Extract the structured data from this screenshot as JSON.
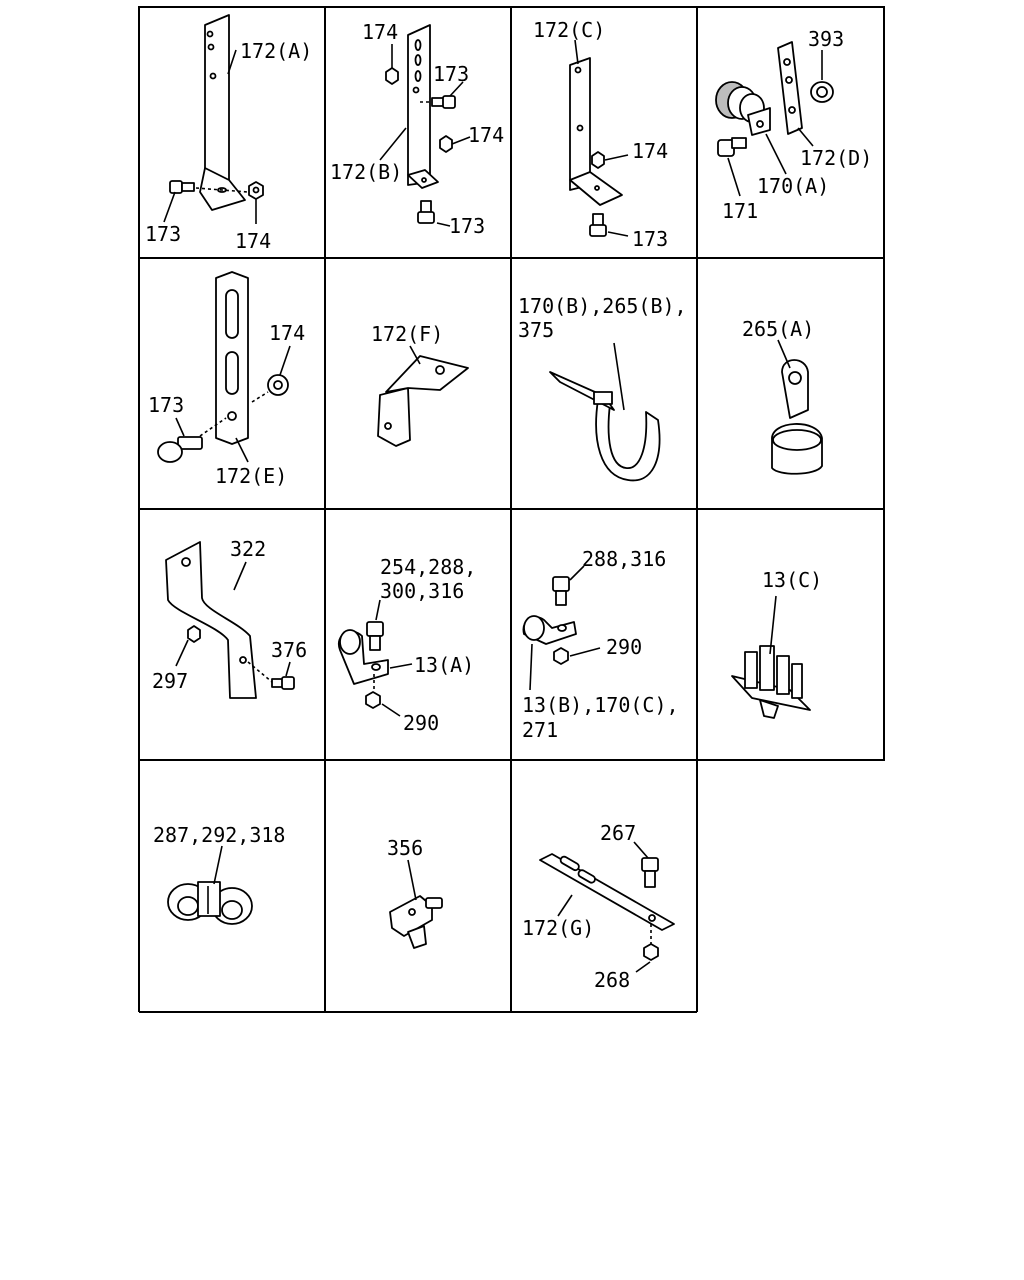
{
  "cells": [
    {
      "id": "cell-1",
      "labels": [
        "172(A)",
        "173",
        "174"
      ]
    },
    {
      "id": "cell-2",
      "labels": [
        "174",
        "173",
        "174",
        "172(B)",
        "173"
      ]
    },
    {
      "id": "cell-3",
      "labels": [
        "172(C)",
        "174",
        "173"
      ]
    },
    {
      "id": "cell-4",
      "labels": [
        "393",
        "172(D)",
        "170(A)",
        "171"
      ]
    },
    {
      "id": "cell-5",
      "labels": [
        "174",
        "173",
        "172(E)"
      ]
    },
    {
      "id": "cell-6",
      "labels": [
        "172(F)"
      ]
    },
    {
      "id": "cell-7",
      "labels": [
        "170(B),265(B),",
        "375"
      ]
    },
    {
      "id": "cell-8",
      "labels": [
        "265(A)"
      ]
    },
    {
      "id": "cell-9",
      "labels": [
        "322",
        "297",
        "376"
      ]
    },
    {
      "id": "cell-10",
      "labels": [
        "254,288,",
        "300,316",
        "13(A)",
        "290"
      ]
    },
    {
      "id": "cell-11",
      "labels": [
        "288,316",
        "290",
        "13(B),170(C),",
        "271"
      ]
    },
    {
      "id": "cell-12",
      "labels": [
        "13(C)"
      ]
    },
    {
      "id": "cell-13",
      "labels": [
        "287,292,318"
      ]
    },
    {
      "id": "cell-14",
      "labels": [
        "356"
      ]
    },
    {
      "id": "cell-15",
      "labels": [
        "267",
        "172(G)",
        "268"
      ]
    }
  ]
}
